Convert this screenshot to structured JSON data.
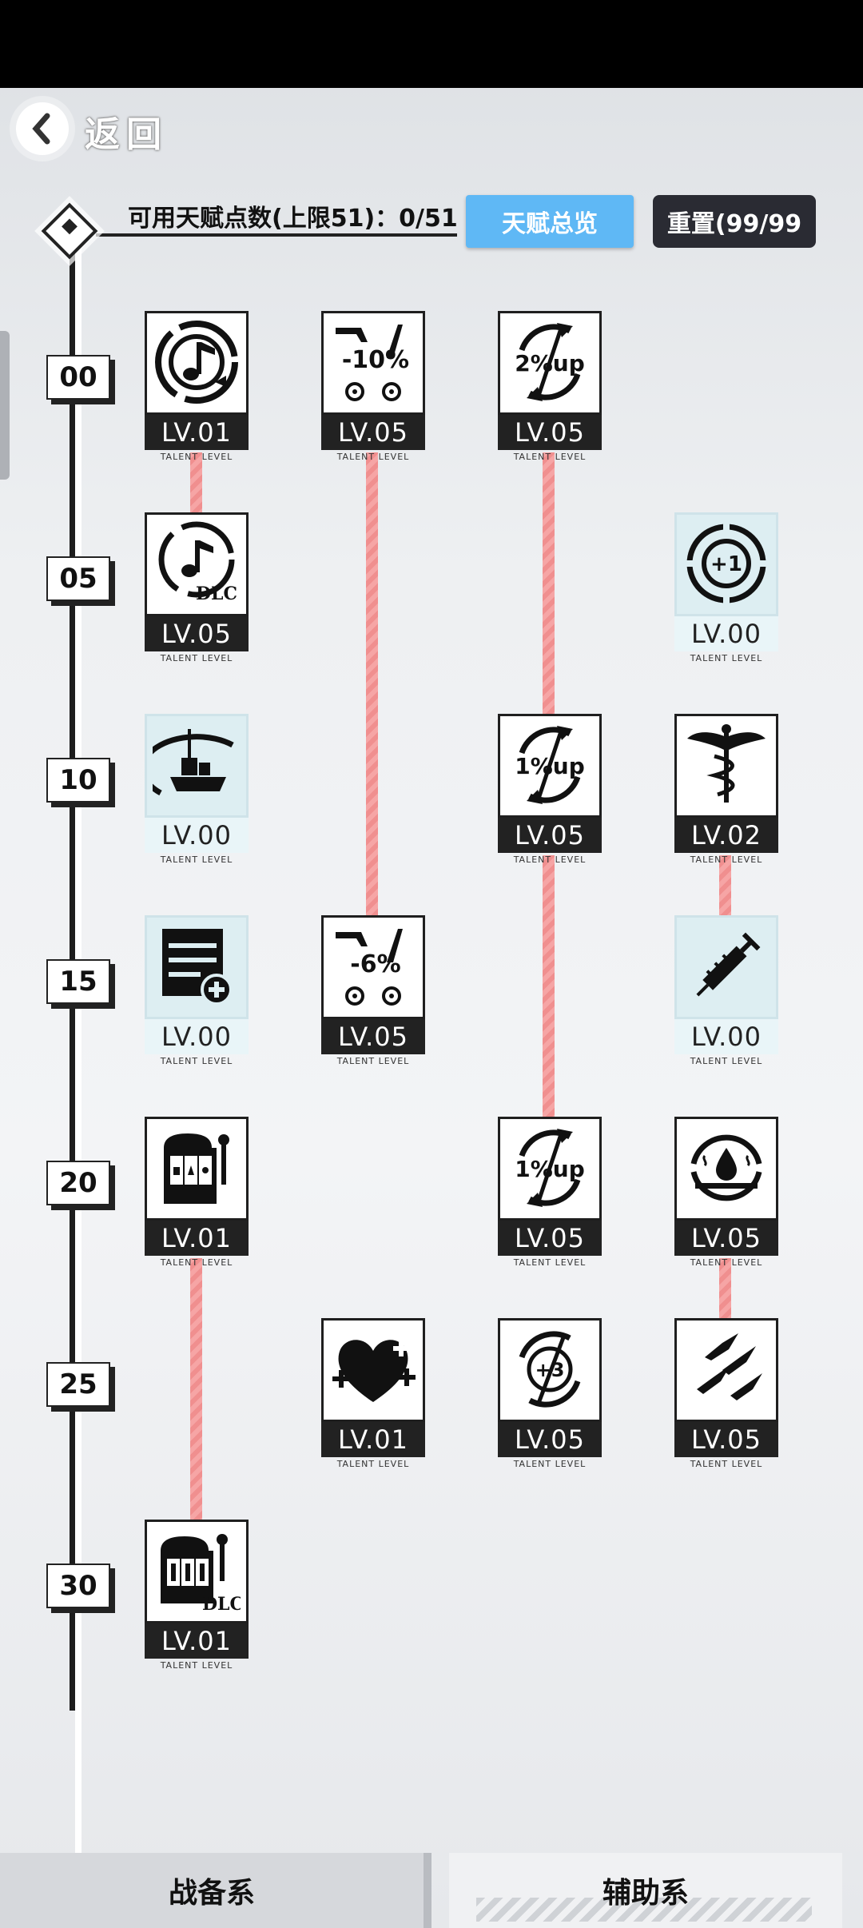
{
  "back": {
    "label": "返回"
  },
  "header": {
    "points_label": "可用天赋点数(上限51)：0/51"
  },
  "buttons": {
    "overview": "天赋总览",
    "reset": "重置(99/99"
  },
  "markers": [
    "00",
    "05",
    "10",
    "15",
    "20",
    "25",
    "30"
  ],
  "talent_sublabel": "TALENT LEVEL",
  "nodes": [
    {
      "id": "music-disc",
      "level": "LV.01",
      "active": true,
      "icon": "music-disc-icon"
    },
    {
      "id": "cart-10",
      "level": "LV.05",
      "active": true,
      "icon": "cart-discount-icon",
      "text": "-10%"
    },
    {
      "id": "up-2",
      "level": "LV.05",
      "active": true,
      "icon": "percent-up-icon",
      "text": "2%up"
    },
    {
      "id": "music-dlc",
      "level": "LV.05",
      "active": true,
      "icon": "music-dlc-icon",
      "text": "DLC"
    },
    {
      "id": "plus-1",
      "level": "LV.00",
      "active": false,
      "icon": "plus-one-icon",
      "text": "+1"
    },
    {
      "id": "ship",
      "level": "LV.00",
      "active": false,
      "icon": "ship-icon"
    },
    {
      "id": "up-1a",
      "level": "LV.05",
      "active": true,
      "icon": "percent-up-icon",
      "text": "1%up"
    },
    {
      "id": "caduceus",
      "level": "LV.02",
      "active": true,
      "icon": "caduceus-icon"
    },
    {
      "id": "list-add",
      "level": "LV.00",
      "active": false,
      "icon": "list-add-icon"
    },
    {
      "id": "cart-6",
      "level": "LV.05",
      "active": true,
      "icon": "cart-discount-icon",
      "text": "-6%"
    },
    {
      "id": "syringe",
      "level": "LV.00",
      "active": false,
      "icon": "syringe-icon"
    },
    {
      "id": "slot",
      "level": "LV.01",
      "active": true,
      "icon": "slot-machine-icon"
    },
    {
      "id": "up-1b",
      "level": "LV.05",
      "active": true,
      "icon": "percent-up-icon",
      "text": "1%up"
    },
    {
      "id": "drop",
      "level": "LV.05",
      "active": true,
      "icon": "water-drop-icon"
    },
    {
      "id": "heart",
      "level": "LV.01",
      "active": true,
      "icon": "heart-plus-icon"
    },
    {
      "id": "plus-3",
      "level": "LV.05",
      "active": true,
      "icon": "plus-three-icon",
      "text": "+3"
    },
    {
      "id": "missiles",
      "level": "LV.05",
      "active": true,
      "icon": "missiles-icon"
    },
    {
      "id": "slot-dlc",
      "level": "LV.01",
      "active": true,
      "icon": "slot-dlc-icon",
      "text": "DLC"
    }
  ],
  "tabs": {
    "war": "战备系",
    "aux": "辅助系"
  }
}
